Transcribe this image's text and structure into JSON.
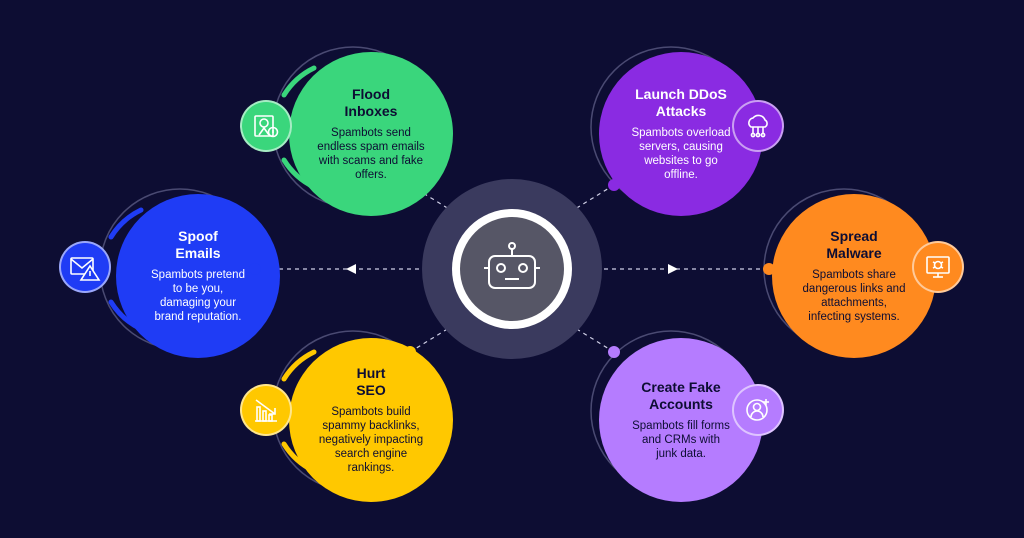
{
  "center": {
    "icon": "robot-icon"
  },
  "nodes": [
    {
      "id": "flood",
      "title": "Flood Inboxes",
      "title_lines": [
        "Flood",
        "Inboxes"
      ],
      "desc_lines": [
        "Spambots send",
        "endless spam emails",
        "with scams and fake",
        "offers."
      ],
      "color": "#3ad67c",
      "text_color": "#0d0d33",
      "icon": "email-virus-icon"
    },
    {
      "id": "ddos",
      "title": "Launch DDoS Attacks",
      "title_lines": [
        "Launch DDoS",
        "Attacks"
      ],
      "desc_lines": [
        "Spambots overload",
        "servers, causing",
        "websites to go",
        "offline."
      ],
      "color": "#8a2be2",
      "text_color": "#ffffff",
      "icon": "cloud-network-icon"
    },
    {
      "id": "spoof",
      "title": "Spoof Emails",
      "title_lines": [
        "Spoof",
        "Emails"
      ],
      "desc_lines": [
        "Spambots pretend",
        "to be you,",
        "damaging your",
        "brand reputation."
      ],
      "color": "#1f3cf5",
      "text_color": "#ffffff",
      "icon": "email-warning-icon"
    },
    {
      "id": "malware",
      "title": "Spread Malware",
      "title_lines": [
        "Spread",
        "Malware"
      ],
      "desc_lines": [
        "Spambots share",
        "dangerous links and",
        "attachments,",
        "infecting systems."
      ],
      "color": "#ff8a1f",
      "text_color": "#0d0d33",
      "icon": "monitor-bug-icon"
    },
    {
      "id": "seo",
      "title": "Hurt SEO",
      "title_lines": [
        "Hurt",
        "SEO"
      ],
      "desc_lines": [
        "Spambots build",
        "spammy backlinks,",
        "negatively impacting",
        "search engine",
        "rankings."
      ],
      "color": "#ffc800",
      "text_color": "#0d0d33",
      "icon": "chart-down-icon"
    },
    {
      "id": "fake",
      "title": "Create Fake Accounts",
      "title_lines": [
        "Create Fake",
        "Accounts"
      ],
      "desc_lines": [
        "Spambots fill forms",
        "and CRMs with",
        "junk data."
      ],
      "color": "#b57cff",
      "text_color": "#0d0d33",
      "icon": "user-add-icon"
    }
  ]
}
